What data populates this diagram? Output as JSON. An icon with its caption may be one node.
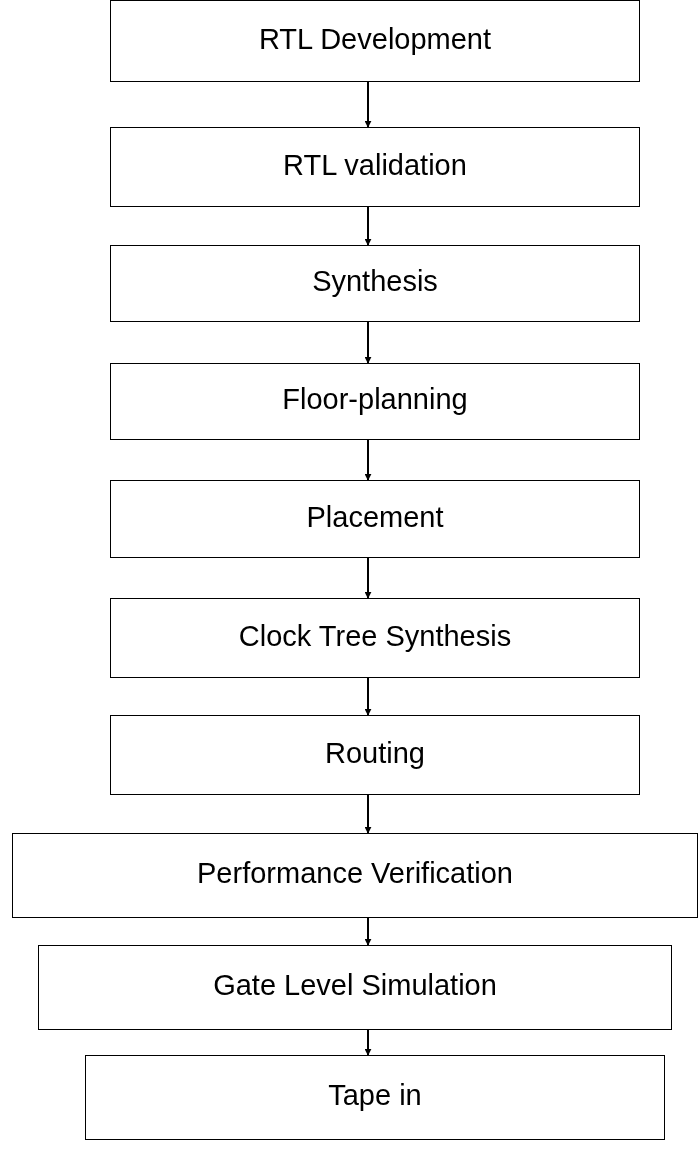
{
  "diagram": {
    "nodes": [
      {
        "text": [
          "RTL Development"
        ]
      },
      {
        "text": [
          "RTL validation"
        ]
      },
      {
        "text": [
          "Synthesis"
        ]
      },
      {
        "text": [
          "Floor-planning"
        ]
      },
      {
        "text": [
          "Placement"
        ]
      },
      {
        "text": [
          "Clock Tree Synthesis"
        ]
      },
      {
        "text": [
          "Routing"
        ]
      },
      {
        "text": [
          "Performance Verification"
        ]
      },
      {
        "text": [
          "Gate Level Simulation"
        ]
      },
      {
        "text": [
          "Tape in"
        ]
      }
    ],
    "edges": [
      {
        "from": 0,
        "to": 1,
        "arrow": "to"
      },
      {
        "from": 1,
        "to": 2,
        "arrow": "to"
      },
      {
        "from": 2,
        "to": 3,
        "arrow": "to"
      },
      {
        "from": 3,
        "to": 4,
        "arrow": "to"
      },
      {
        "from": 4,
        "to": 5,
        "arrow": "to"
      },
      {
        "from": 5,
        "to": 6,
        "arrow": "to"
      },
      {
        "from": 6,
        "to": 7,
        "arrow": "to"
      },
      {
        "from": 7,
        "to": 8,
        "arrow": "to"
      },
      {
        "from": 8,
        "to": 9,
        "arrow": "to"
      }
    ]
  }
}
